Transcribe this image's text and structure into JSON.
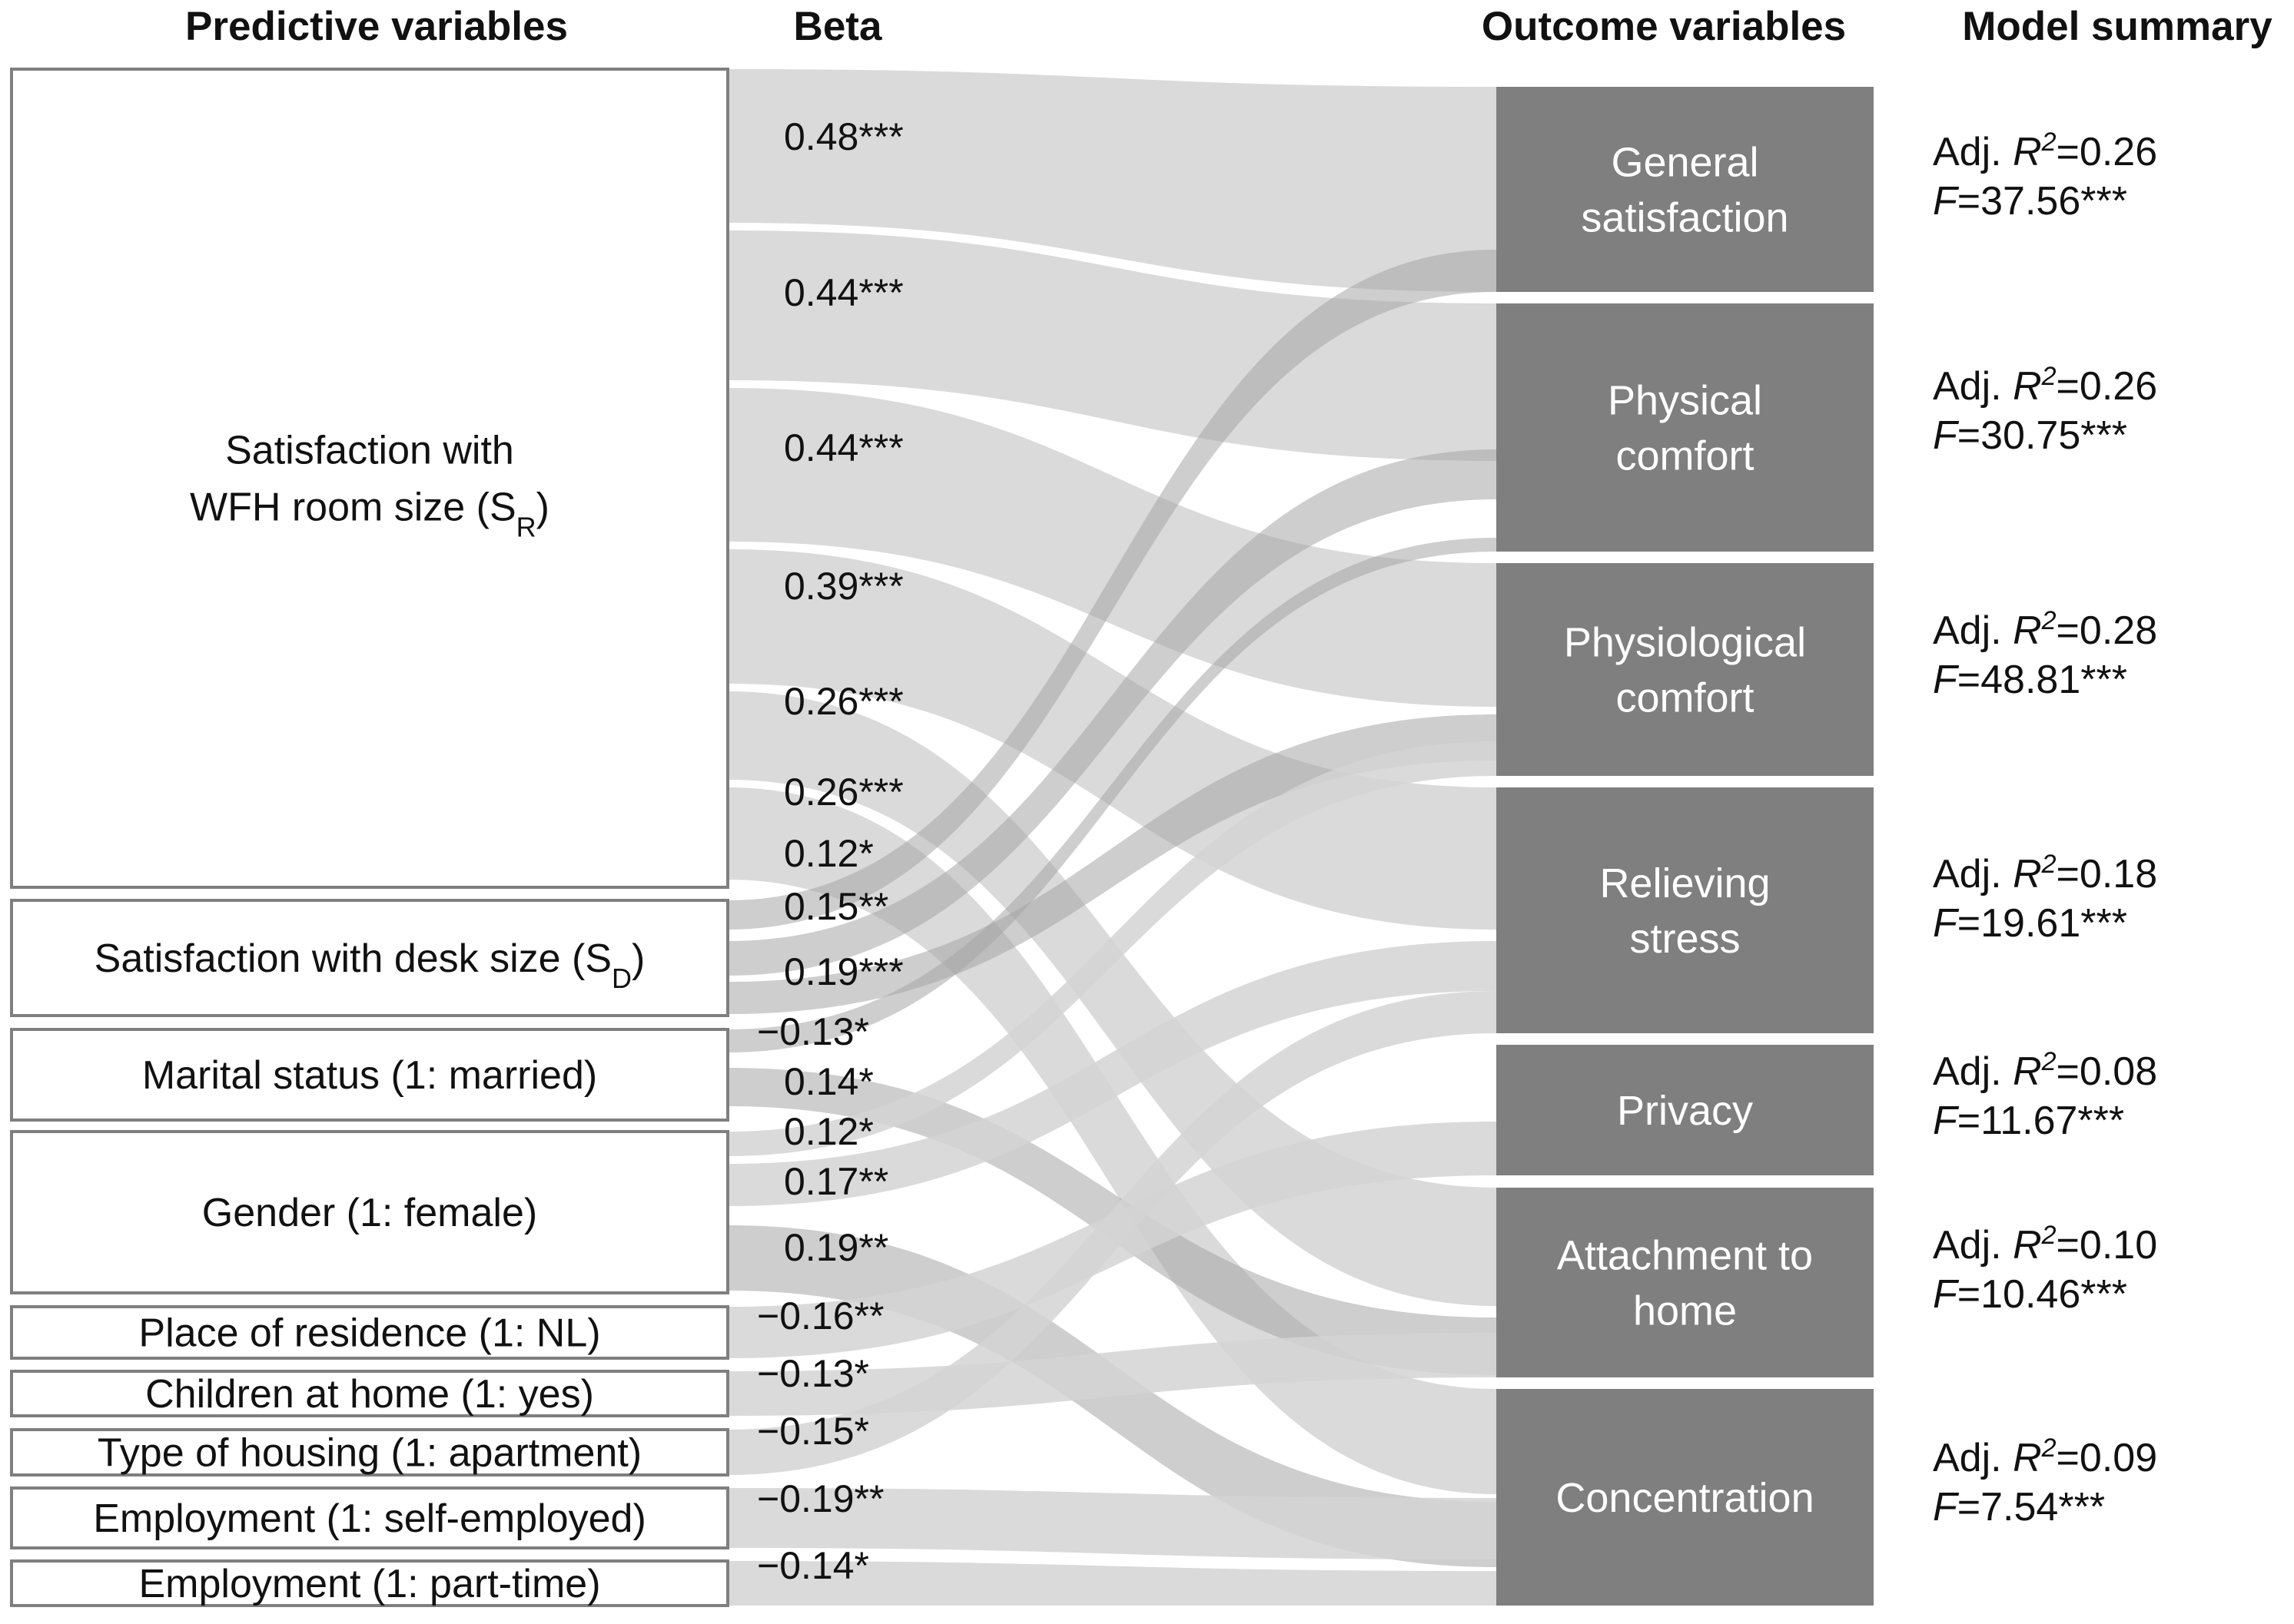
{
  "headers": {
    "predictive": "Predictive variables",
    "beta": "Beta",
    "outcome": "Outcome variables",
    "summary": "Model summary"
  },
  "colors": {
    "flow_light": "#d4d4d4",
    "flow_dark": "#a6a6a6",
    "outcome_box": "#7f7f7f",
    "predictor_border": "#7f7f7f"
  },
  "predictors": [
    {
      "id": "SR",
      "lines": [
        "Satisfaction with",
        "WFH room size (S"
      ],
      "subscript": "R",
      "suffix": ")"
    },
    {
      "id": "SD",
      "lines": [
        "Satisfaction with  desk size (S"
      ],
      "subscript": "D",
      "suffix": ")"
    },
    {
      "id": "MS",
      "lines": [
        "Marital  status (1: married)"
      ]
    },
    {
      "id": "G",
      "lines": [
        "Gender (1: female)"
      ]
    },
    {
      "id": "PR",
      "lines": [
        "Place of residence (1: NL)"
      ]
    },
    {
      "id": "CH",
      "lines": [
        "Children at home (1: yes)"
      ]
    },
    {
      "id": "TH",
      "lines": [
        "Type of housing (1: apartment)"
      ]
    },
    {
      "id": "ES",
      "lines": [
        "Employment (1: self-employed)"
      ]
    },
    {
      "id": "EP",
      "lines": [
        "Employment (1: part-time)"
      ]
    }
  ],
  "outcomes": [
    {
      "id": "GS",
      "lines": [
        "General",
        "satisfaction"
      ]
    },
    {
      "id": "PC",
      "lines": [
        "Physical",
        "comfort"
      ]
    },
    {
      "id": "PhC",
      "lines": [
        "Physiological",
        "comfort"
      ]
    },
    {
      "id": "RS",
      "lines": [
        "Relieving",
        "stress"
      ]
    },
    {
      "id": "PV",
      "lines": [
        "Privacy"
      ]
    },
    {
      "id": "AH",
      "lines": [
        "Attachment to",
        "home"
      ]
    },
    {
      "id": "CO",
      "lines": [
        "Concentration"
      ]
    }
  ],
  "links": [
    {
      "from": "SR",
      "to": "GS",
      "beta": "0.48***"
    },
    {
      "from": "SR",
      "to": "PC",
      "beta": "0.44***"
    },
    {
      "from": "SR",
      "to": "PhC",
      "beta": "0.44***"
    },
    {
      "from": "SR",
      "to": "RS",
      "beta": "0.39***"
    },
    {
      "from": "SR",
      "to": "AH",
      "beta": "0.26***"
    },
    {
      "from": "SR",
      "to": "CO",
      "beta": "0.26***"
    },
    {
      "from": "SD",
      "to": "GS",
      "beta": "0.12*"
    },
    {
      "from": "SD",
      "to": "PC",
      "beta": "0.15**"
    },
    {
      "from": "SD",
      "to": "PhC",
      "beta": "0.19***"
    },
    {
      "from": "MS",
      "to": "PC",
      "beta": "−0.13*"
    },
    {
      "from": "MS",
      "to": "AH",
      "beta": "0.14*"
    },
    {
      "from": "G",
      "to": "PhC",
      "beta": "0.12*"
    },
    {
      "from": "G",
      "to": "RS",
      "beta": "0.17**"
    },
    {
      "from": "G",
      "to": "CO",
      "beta": "0.19**"
    },
    {
      "from": "PR",
      "to": "PV",
      "beta": "−0.16**"
    },
    {
      "from": "CH",
      "to": "AH",
      "beta": "−0.13*"
    },
    {
      "from": "TH",
      "to": "RS",
      "beta": "−0.15*"
    },
    {
      "from": "ES",
      "to": "CO",
      "beta": "−0.19**"
    },
    {
      "from": "EP",
      "to": "CO",
      "beta": "−0.14*"
    }
  ],
  "summaries": [
    {
      "outcome": "GS",
      "r2": "0.26",
      "f": "37.56***"
    },
    {
      "outcome": "PC",
      "r2": "0.26",
      "f": "30.75***"
    },
    {
      "outcome": "PhC",
      "r2": "0.28",
      "f": "48.81***"
    },
    {
      "outcome": "RS",
      "r2": "0.18",
      "f": "19.61***"
    },
    {
      "outcome": "PV",
      "r2": "0.08",
      "f": "11.67***"
    },
    {
      "outcome": "AH",
      "r2": "0.10",
      "f": "10.46***"
    },
    {
      "outcome": "CO",
      "r2": "0.09",
      "f": "7.54***"
    }
  ],
  "summary_text": {
    "adj": "Adj. ",
    "r": "R",
    "sup": "2",
    "eq": "=",
    "f": "F"
  }
}
